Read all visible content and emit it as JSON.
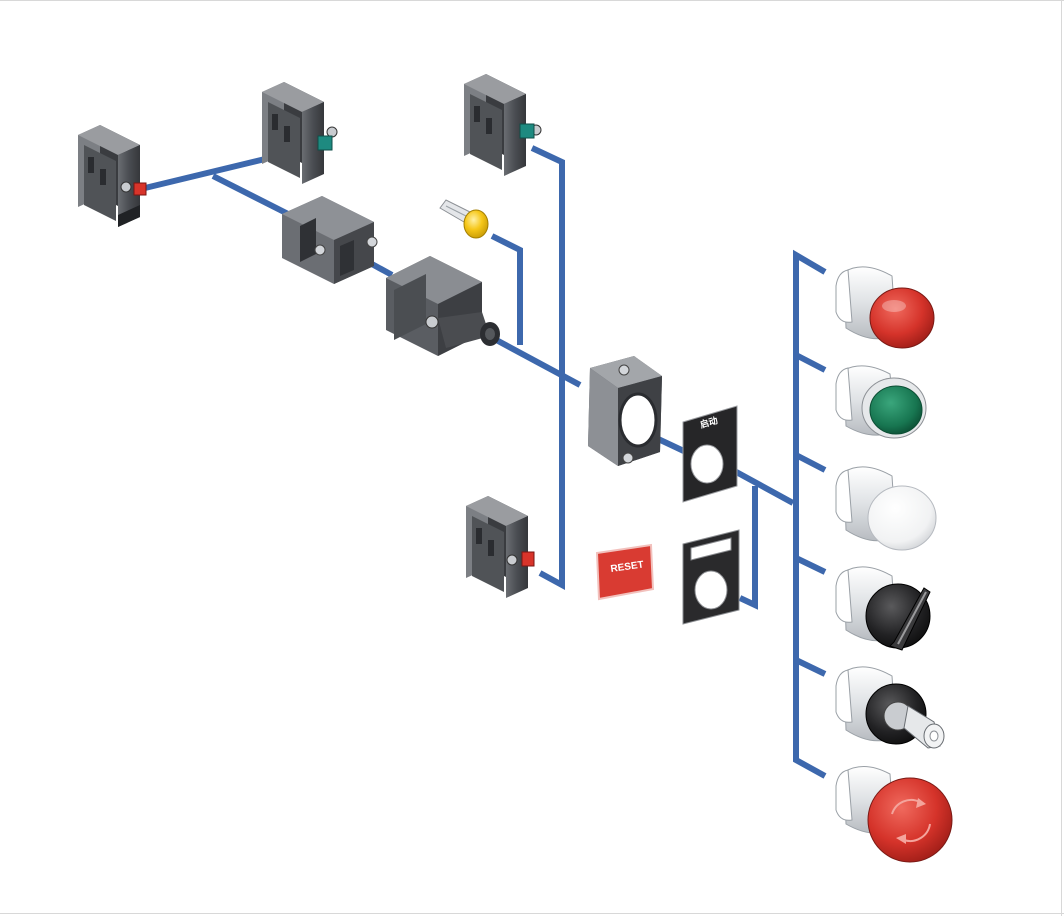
{
  "colors": {
    "connector": "#3d68ad",
    "module_body": "#55585e",
    "module_dark": "#2e3035",
    "module_light": "#8a8d92",
    "contact_red": "#d8342a",
    "contact_teal": "#1e8a80",
    "lamp_yellow": "#f4c316",
    "reset_plate": "#d93b32",
    "legend_plate": "#262628",
    "head_red": "#d93a2e",
    "head_green": "#1c7d5a",
    "head_white": "#ffffff",
    "head_black": "#1a1a1a",
    "chrome": "#e8eaec"
  },
  "components": {
    "contact_block_nc_left": {
      "icon": "contact-block-nc-icon"
    },
    "contact_block_no_top": {
      "icon": "contact-block-no-icon"
    },
    "mounting_bracket": {
      "icon": "mounting-adapter-icon"
    },
    "lamp_holder": {
      "icon": "lamp-holder-icon"
    },
    "led_lamp": {
      "icon": "led-bulb-icon"
    },
    "contact_block_no_right": {
      "icon": "contact-block-no-icon"
    },
    "fixing_collar": {
      "icon": "fixing-collar-icon"
    },
    "contact_block_nc_bottom": {
      "icon": "contact-block-nc-icon"
    },
    "reset_plate": {
      "icon": "legend-insert-icon",
      "label": "RESET"
    },
    "legend_holder_large": {
      "icon": "legend-holder-icon",
      "label": "启动"
    },
    "legend_holder_blank": {
      "icon": "legend-holder-icon"
    }
  },
  "operator_heads": [
    {
      "kind": "illuminated-pushbutton",
      "icon": "red-pushbutton-icon",
      "color_key": "head_red"
    },
    {
      "kind": "flush-pushbutton",
      "icon": "green-pushbutton-icon",
      "color_key": "head_green"
    },
    {
      "kind": "illuminated-pushbutton",
      "icon": "white-pushbutton-icon",
      "color_key": "head_white"
    },
    {
      "kind": "selector-switch",
      "icon": "selector-switch-icon",
      "color_key": "head_black"
    },
    {
      "kind": "key-switch",
      "icon": "key-switch-icon",
      "color_key": "head_black"
    },
    {
      "kind": "emergency-stop",
      "icon": "emergency-stop-icon",
      "color_key": "head_red"
    }
  ]
}
